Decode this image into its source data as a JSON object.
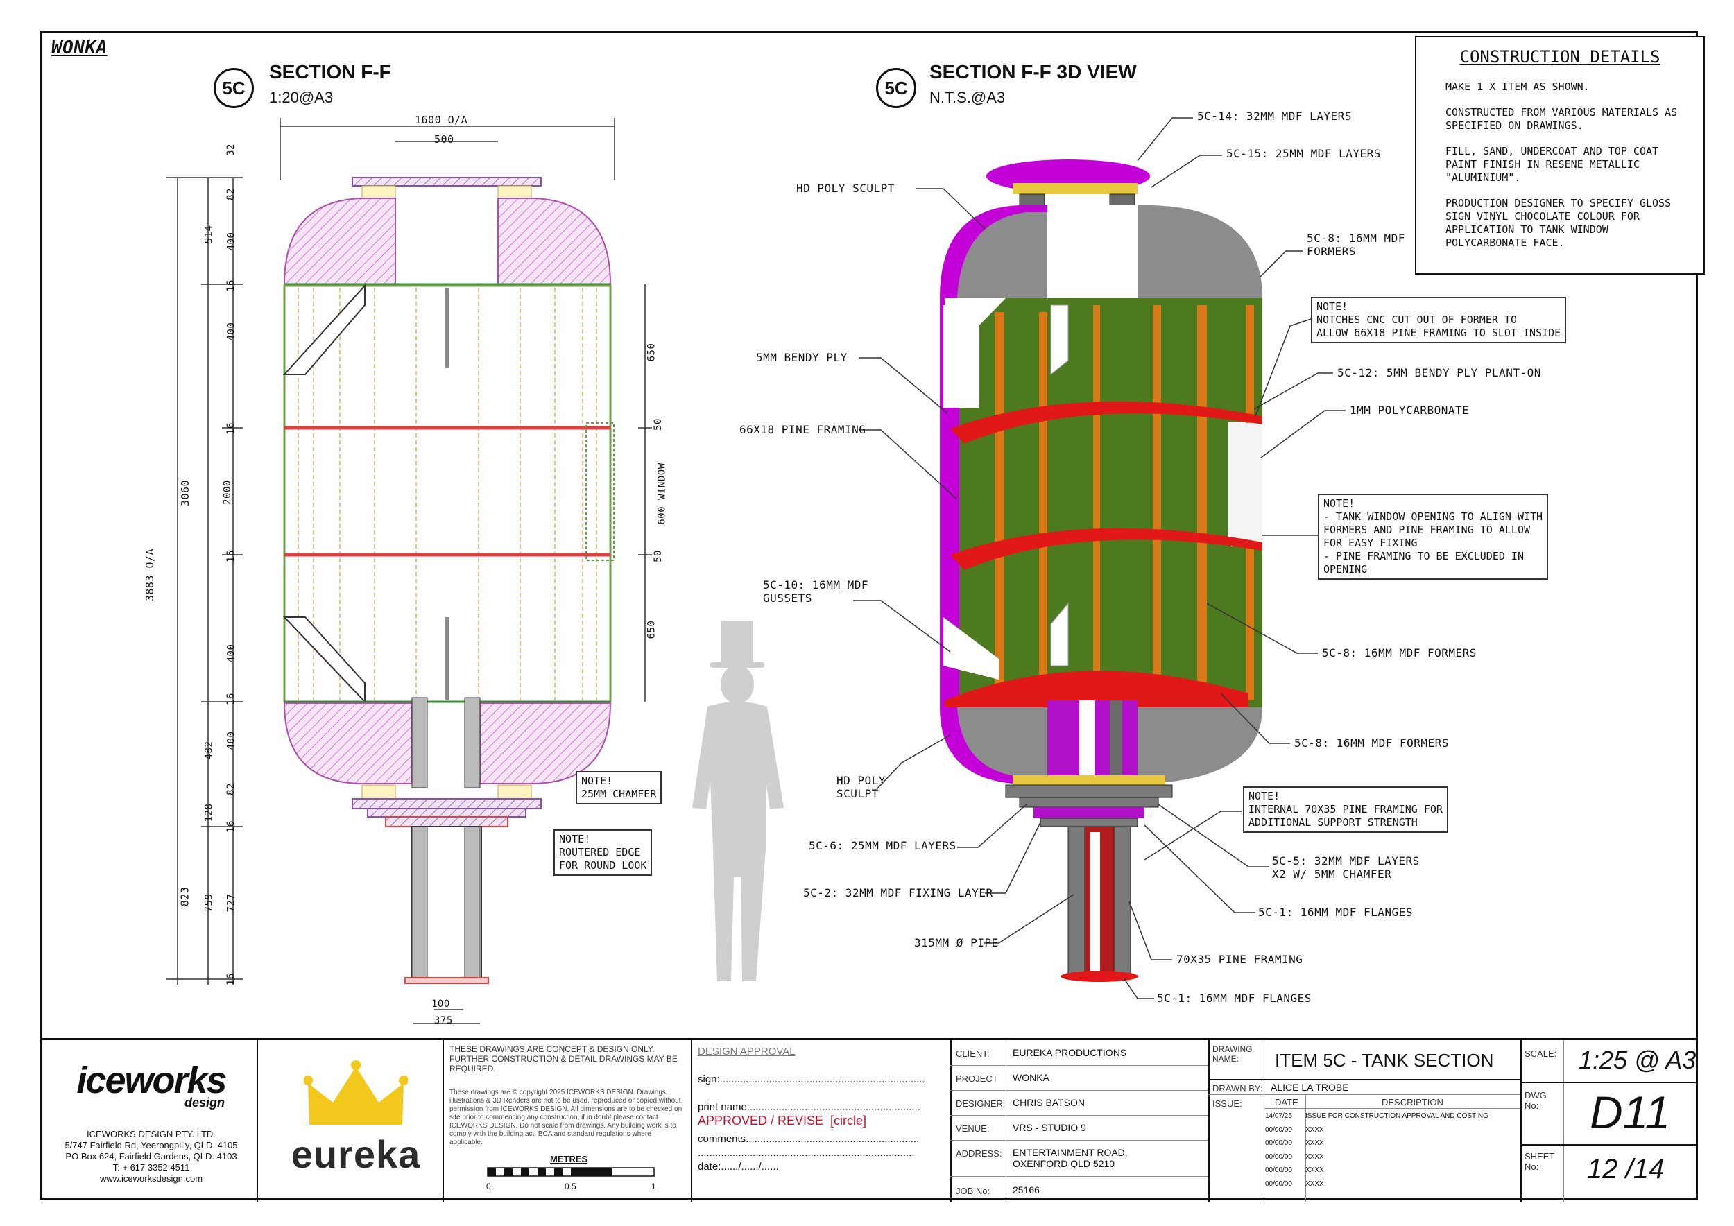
{
  "project_label": "WONKA",
  "section_2d": {
    "tag": "5C",
    "title": "SECTION F-F",
    "scale": "1:20@A3"
  },
  "section_3d": {
    "tag": "5C",
    "title": "SECTION F-F 3D VIEW",
    "scale": "N.T.S.@A3"
  },
  "construction_details": {
    "title": "CONSTRUCTION DETAILS",
    "paragraphs": [
      "MAKE 1 X ITEM AS SHOWN.",
      "CONSTRUCTED FROM VARIOUS MATERIALS AS SPECIFIED ON DRAWINGS.",
      "FILL, SAND, UNDERCOAT AND TOP COAT PAINT FINISH IN RESENE METALLIC \"ALUMINIUM\".",
      "PRODUCTION DESIGNER TO SPECIFY GLOSS SIGN VINYL CHOCOLATE COLOUR FOR APPLICATION TO TANK WINDOW POLYCARBONATE FACE."
    ]
  },
  "dimensions_2d": {
    "overall_width": "1600 O/A",
    "top_width": "500",
    "bottom_widths": [
      "100",
      "375"
    ],
    "overall_height": "3883 O/A",
    "tank_height": "3060",
    "base_height": "823",
    "left_chain": [
      "32",
      "82",
      "514",
      "400",
      "16",
      "400",
      "16",
      "2000",
      "16",
      "400",
      "16",
      "482",
      "400",
      "82",
      "128",
      "16",
      "759",
      "727",
      "16"
    ],
    "window": "600 WINDOW",
    "right_chain": [
      "650",
      "50",
      "50",
      "650"
    ]
  },
  "notes_2d": [
    "NOTE!\n25MM CHAMFER",
    "NOTE!\nROUTERED EDGE\nFOR ROUND LOOK"
  ],
  "labels_3d_left": [
    "HD POLY SCULPT",
    "5MM BENDY PLY",
    "66X18 PINE FRAMING",
    "5C-10: 16MM MDF\nGUSSETS",
    "HD POLY\nSCULPT",
    "5C-6: 25MM MDF LAYERS",
    "5C-2: 32MM MDF FIXING LAYER",
    "315MM Ø PIPE"
  ],
  "labels_3d_right": [
    "5C-14: 32MM MDF LAYERS",
    "5C-15: 25MM MDF LAYERS",
    "5C-8: 16MM MDF\nFORMERS",
    "5C-12: 5MM BENDY PLY PLANT-ON",
    "1MM POLYCARBONATE",
    "5C-8: 16MM MDF FORMERS",
    "5C-8: 16MM MDF FORMERS",
    "5C-5: 32MM MDF LAYERS\nX2 W/ 5MM CHAMFER",
    "5C-1: 16MM MDF FLANGES",
    "70X35 PINE FRAMING",
    "5C-1: 16MM MDF FLANGES"
  ],
  "notes_3d": [
    "NOTE!\nNOTCHES CNC CUT OUT OF FORMER TO\nALLOW 66X18 PINE FRAMING TO SLOT INSIDE",
    "NOTE!\n- TANK WINDOW OPENING TO ALIGN WITH\nFORMERS AND PINE FRAMING TO ALLOW\nFOR EASY FIXING\n- PINE FRAMING TO BE EXCLUDED IN\nOPENING",
    "NOTE!\nINTERNAL 70X35 PINE FRAMING FOR\nADDITIONAL SUPPORT STRENGTH"
  ],
  "title_block": {
    "company_logo": "iceworks",
    "company_logo_sub": "design",
    "company_name": "ICEWORKS DESIGN PTY. LTD.",
    "company_address": [
      "5/747 Fairfield Rd, Yeerongpilly, QLD. 4105",
      "PO Box 624, Fairfield Gardens, QLD. 4103",
      "T: + 617 3352 4511",
      "www.iceworksdesign.com"
    ],
    "client_logo": "eureka",
    "disclaimer_title": "THESE DRAWINGS ARE CONCEPT & DESIGN ONLY. FURTHER CONSTRUCTION & DETAIL DRAWINGS MAY BE REQUIRED.",
    "disclaimer_text": "These drawings are © copyright 2025 ICEWORKS DESIGN. Drawings, illustrations & 3D Renders are not to be used, reproduced or copied without permission from ICEWORKS DESIGN. All dimensions are to be checked on site prior to commencing any construction, if in doubt please contact ICEWORKS DESIGN. Do not scale from drawings. Any building work is to comply with the building act, BCA and standard regulations where applicable.",
    "scale_bar_label": "METRES",
    "scale_bar_ticks": [
      "0",
      "0.5",
      "1"
    ],
    "design_approval": {
      "title": "DESIGN APPROVAL",
      "sign": "sign:.......................................................................",
      "print_name": "print name:...........................................................",
      "approved": "APPROVED / REVISE  [circle]",
      "comments": "comments............................................................",
      "comments2": "...........................................................................",
      "date": "date:....../....../......"
    },
    "fields": [
      {
        "label": "CLIENT:",
        "value": "EUREKA PRODUCTIONS"
      },
      {
        "label": "PROJECT",
        "value": "WONKA"
      },
      {
        "label": "DESIGNER:",
        "value": "CHRIS BATSON"
      },
      {
        "label": "VENUE:",
        "value": "VRS - STUDIO 9"
      },
      {
        "label": "ADDRESS:",
        "value": "ENTERTAINMENT ROAD,\nOXENFORD QLD 5210"
      },
      {
        "label": "JOB No:",
        "value": "25166"
      }
    ],
    "drawing_name_label": "DRAWING NAME:",
    "drawing_name": "ITEM 5C - TANK SECTION",
    "drawn_by_label": "DRAWN BY:",
    "drawn_by": "ALICE LA TROBE",
    "issue_label": "ISSUE:",
    "issue_headers": [
      "DATE",
      "DESCRIPTION"
    ],
    "issues": [
      {
        "date": "14/07/25",
        "desc": "ISSUE FOR CONSTRUCTION APPROVAL AND COSTING"
      },
      {
        "date": "00/00/00",
        "desc": "XXXX"
      },
      {
        "date": "00/00/00",
        "desc": "XXXX"
      },
      {
        "date": "00/00/00",
        "desc": "XXXX"
      },
      {
        "date": "00/00/00",
        "desc": "XXXX"
      },
      {
        "date": "00/00/00",
        "desc": "XXXX"
      }
    ],
    "scale_label": "SCALE:",
    "scale": "1:25 @ A3",
    "dwg_label": "DWG No:",
    "dwg": "D11",
    "sheet_label": "SHEET No:",
    "sheet": "12 /14"
  },
  "colors": {
    "mdf_grey": "#8a8a8a",
    "poly_magenta": "#cc00dd",
    "ply_green": "#4d7a1e",
    "pine_orange": "#d87a17",
    "former_red": "#e01818",
    "polycarbonate_white": "#f4f4f4",
    "layer_yellow": "#e8c840",
    "crown_yellow": "#f2c81c",
    "eureka_dark": "#2b2b2b"
  }
}
